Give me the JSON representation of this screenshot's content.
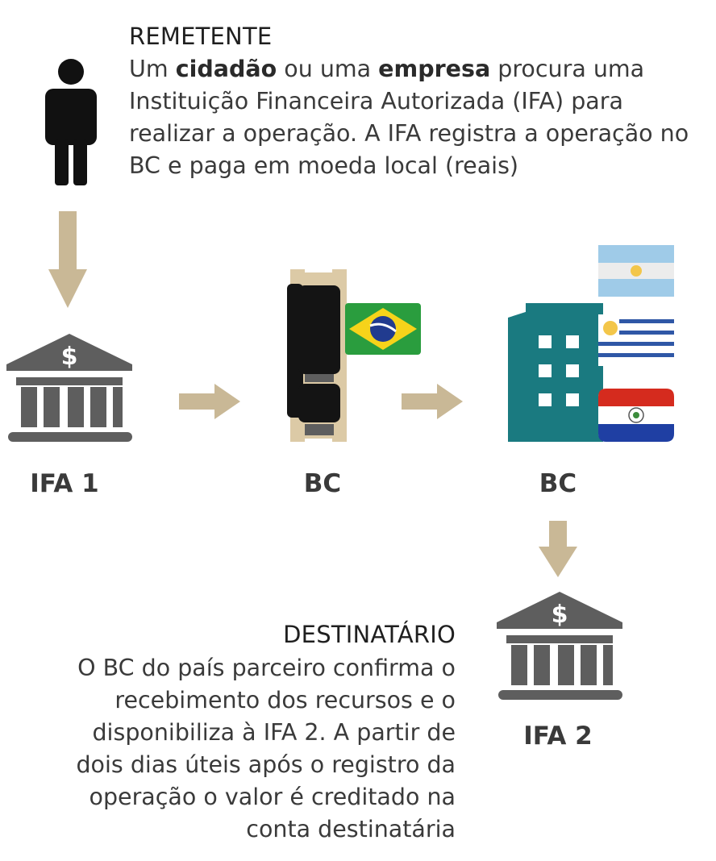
{
  "sender": {
    "title": "REMETENTE",
    "text_part1": "Um ",
    "text_bold1": "cidadão",
    "text_part2": " ou uma ",
    "text_bold2": "empresa",
    "text_part3": " procura uma Instituição Financeira Autorizada (IFA) para realizar a operação. A IFA registra a operação no BC e paga em moeda local (reais)",
    "icon": "person-icon"
  },
  "nodes": {
    "ifa1": {
      "label": "IFA 1",
      "icon": "bank-icon"
    },
    "bc_brazil": {
      "label": "BC",
      "icon": "bc-brazil-building-icon",
      "flag": "brazil-flag-icon"
    },
    "bc_partner": {
      "label": "BC",
      "icon": "partner-bank-building-icon",
      "flags": [
        "argentina-flag-icon",
        "uruguay-flag-icon",
        "paraguay-flag-icon"
      ]
    },
    "ifa2": {
      "label": "IFA 2",
      "icon": "bank-icon"
    }
  },
  "recipient": {
    "title": "DESTINATÁRIO",
    "lines": [
      "O BC do país parceiro confirma o",
      "recebimento dos recursos e o",
      "disponibiliza à IFA 2. A partir de",
      "dois dias úteis após o registro da",
      "operação o valor é creditado na",
      "conta destinatária"
    ]
  },
  "bank_symbol": "$",
  "colors": {
    "arrow": "#c9b896",
    "bank_gray": "#5e5e5e",
    "bc_brazil_tan": "#dccaa6",
    "bc_brazil_black": "#141414",
    "partner_teal": "#1a7a80",
    "person": "#111111"
  }
}
